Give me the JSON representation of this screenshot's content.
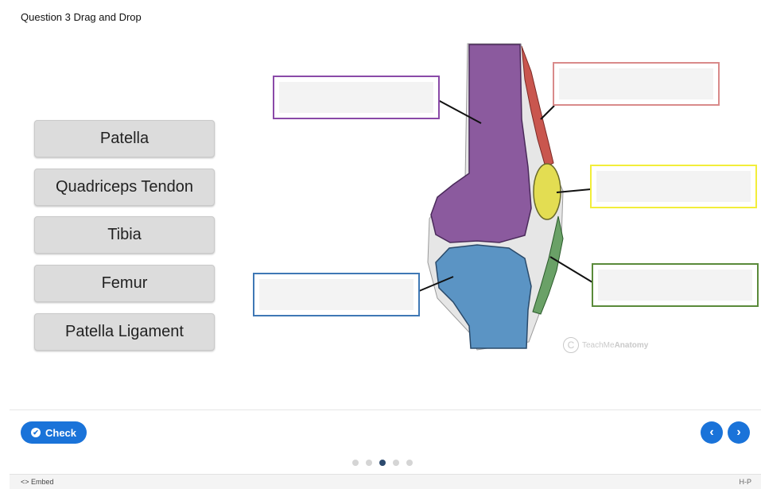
{
  "question": {
    "title": "Question 3 Drag and Drop"
  },
  "draggables": [
    "Patella",
    "Quadriceps Tendon",
    "Tibia",
    "Femur",
    "Patella Ligament"
  ],
  "dropzones": [
    {
      "name": "dropzone-purple",
      "color": "#8a4aa8"
    },
    {
      "name": "dropzone-red",
      "color": "#d98a8a"
    },
    {
      "name": "dropzone-yellow",
      "color": "#f2ee3a"
    },
    {
      "name": "dropzone-green",
      "color": "#5a8a3a"
    },
    {
      "name": "dropzone-blue",
      "color": "#3f78b5"
    }
  ],
  "watermark": {
    "symbol": "C",
    "prefix": "TeachMe",
    "suffix": "Anatomy"
  },
  "footer": {
    "check_label": "Check",
    "embed_label": "<> Embed",
    "brand": "H-P"
  },
  "nav": {
    "prev_icon": "‹",
    "next_icon": "›"
  },
  "progress": {
    "total": 5,
    "current": 3
  },
  "colors": {
    "accent": "#1a73d9",
    "femur": "#8b5a9e",
    "tibia": "#5b94c4",
    "patella": "#e3dd52",
    "tendon": "#c9564e",
    "ligament": "#6aa167"
  }
}
